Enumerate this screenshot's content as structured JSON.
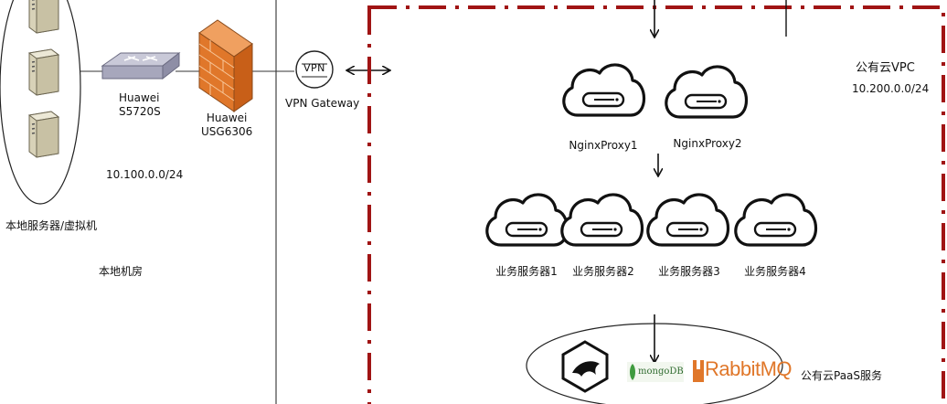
{
  "local": {
    "switch_label": [
      "Huawei",
      "S5720S"
    ],
    "firewall_label": [
      "Huawei",
      "USG6306"
    ],
    "vpn_label": "VPN Gateway",
    "vpn_icon_text": "VPN",
    "subnet": "10.100.0.0/24",
    "servers_caption": "本地服务器/虚拟机",
    "room_caption": "本地机房"
  },
  "cloud": {
    "vpc_title": "公有云VPC",
    "vpc_subnet": "10.200.0.0/24",
    "proxies": [
      "NginxProxy1",
      "NginxProxy2"
    ],
    "business_servers": [
      "业务服务器1",
      "业务服务器2",
      "业务服务器3",
      "业务服务器4"
    ],
    "paas_caption": "公有云PaaS服务",
    "paas_items": {
      "mongodb": "mongoDB",
      "rabbitmq_logo": "RabbitMQ"
    }
  },
  "colors": {
    "vpc_border": "#a01414",
    "firewall_brick": "#e0772a",
    "switch_body": "#b8b8c8",
    "rabbit_orange": "#e0772a",
    "mongo_green": "#3f9b3f"
  }
}
